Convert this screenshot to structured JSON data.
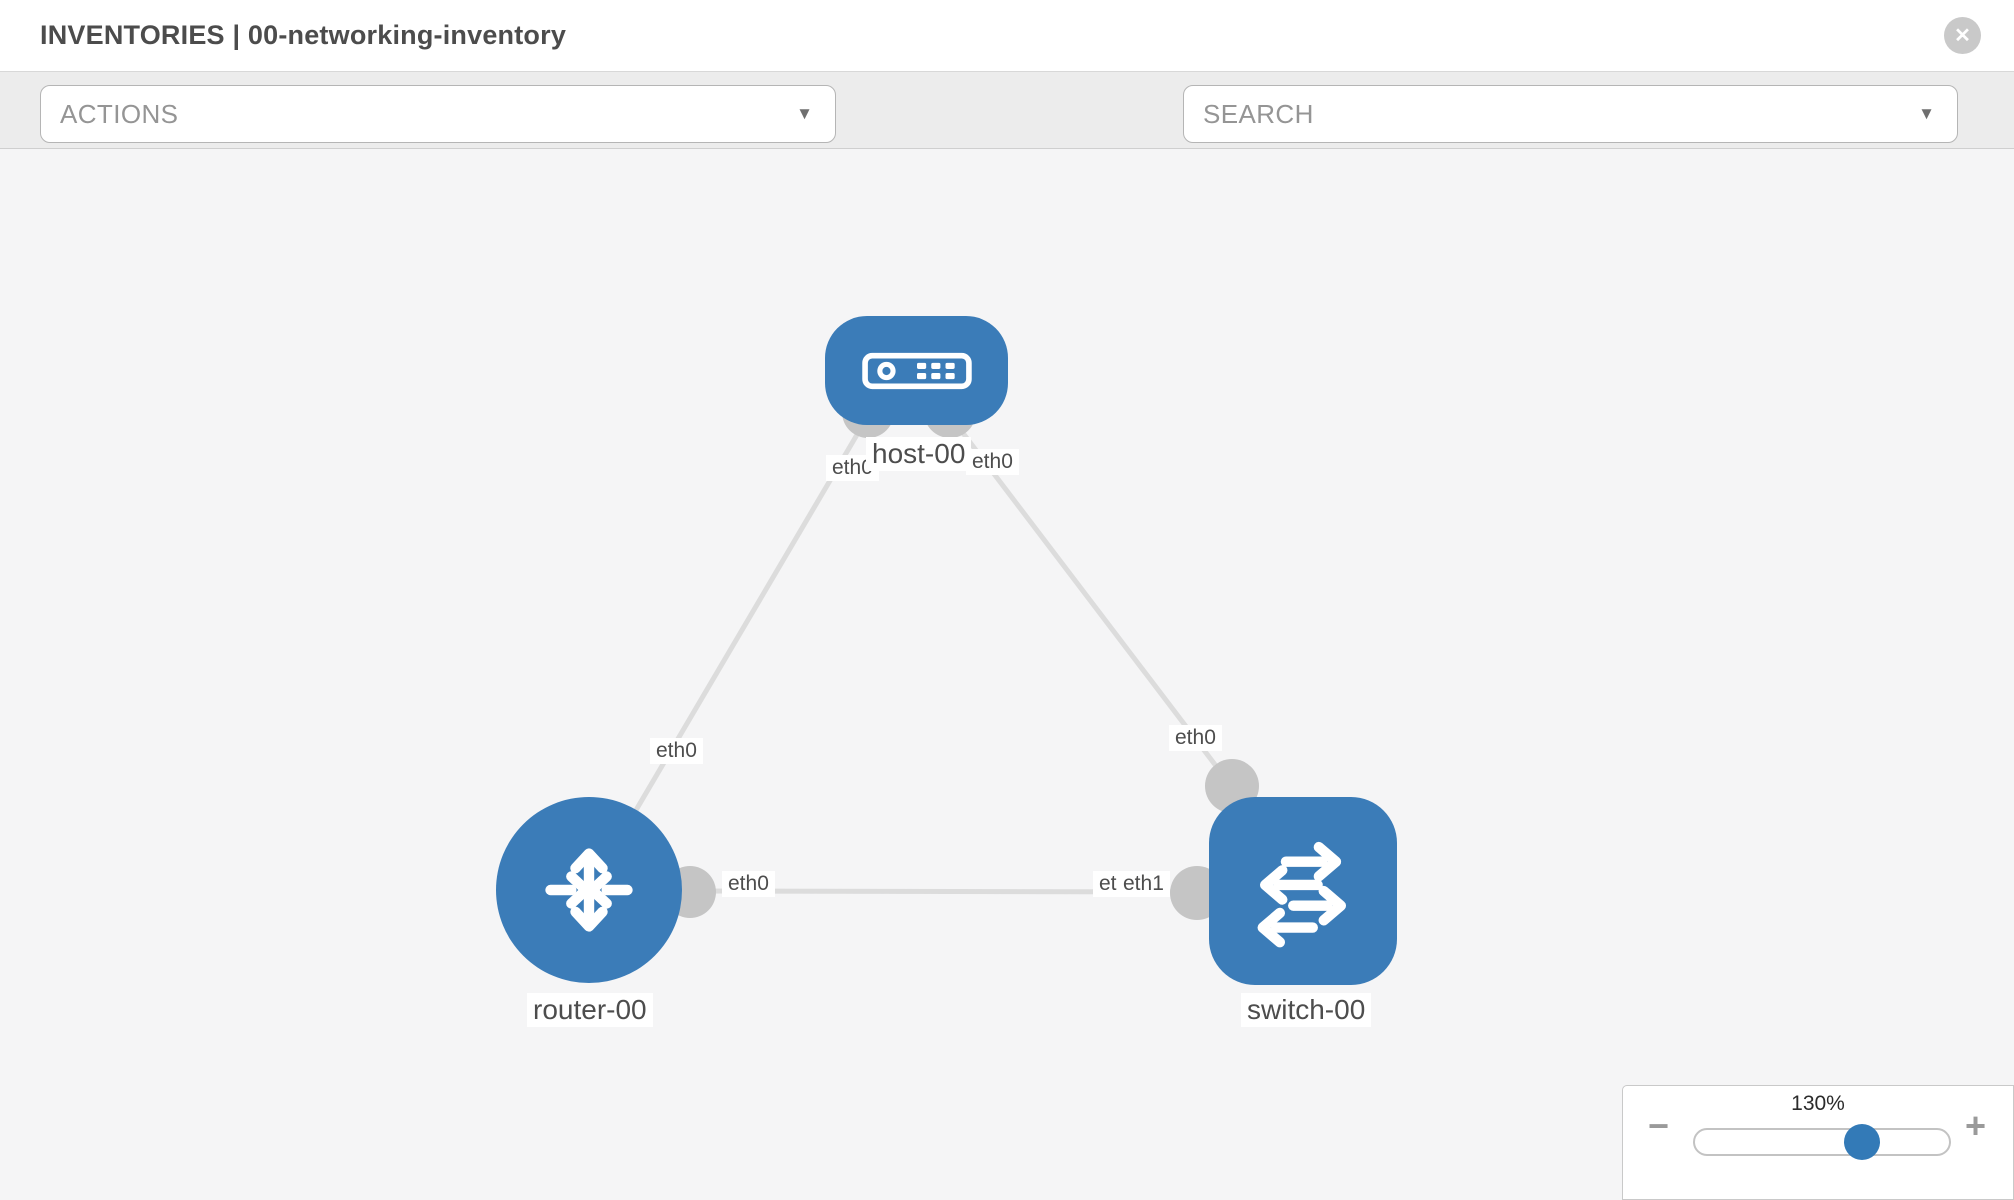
{
  "header": {
    "title": "INVENTORIES | 00-networking-inventory",
    "close_glyph": "✕"
  },
  "toolbar": {
    "actions": {
      "label": "ACTIONS",
      "chevron": "▼"
    },
    "search": {
      "label": "SEARCH",
      "chevron": "▼"
    }
  },
  "topology": {
    "nodes": [
      {
        "name": "host-00",
        "type": "host"
      },
      {
        "name": "router-00",
        "type": "router"
      },
      {
        "name": "switch-00",
        "type": "switch"
      }
    ],
    "links": [
      {
        "source": "host-00",
        "source_interface": "eth0",
        "target": "router-00",
        "target_interface": "eth0"
      },
      {
        "source": "host-00",
        "source_interface": "eth0",
        "target": "switch-00",
        "target_interface": "eth0"
      },
      {
        "source": "router-00",
        "source_interface": "eth0",
        "target": "switch-00",
        "target_interface": "eth1",
        "target_interface_overlapped": "eth0"
      }
    ]
  },
  "zoom_control": {
    "level": "130%",
    "minus_glyph": "−",
    "plus_glyph": "+"
  },
  "colors": {
    "node-blue": "#3b7cb8",
    "link-gray": "#dcdcdc",
    "port-gray": "#c5c5c5",
    "thumb-blue": "#337ab7",
    "canvas-bg": "#f5f5f6",
    "toolbar-bg": "#ececec"
  }
}
